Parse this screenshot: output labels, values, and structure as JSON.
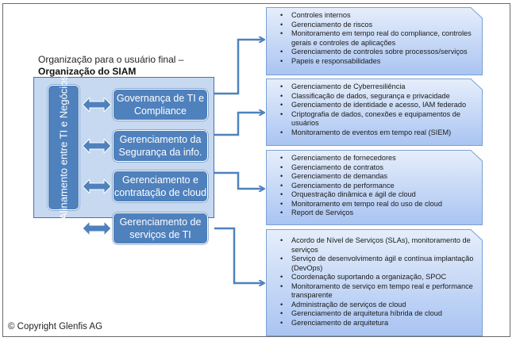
{
  "org": {
    "title_line1": "Organização para o usuário final –",
    "title_line2": "Organização do SIAM",
    "vertical_label": "Alinamento entre TI e Negócios",
    "units": [
      {
        "label": "Governança de TI e Compliance"
      },
      {
        "label": "Gerenciamento da Segurança da info."
      },
      {
        "label": "Gerenciamento e contratação de cloud"
      },
      {
        "label": "Gerenciamento de serviços de TI"
      }
    ]
  },
  "callouts": [
    {
      "items": [
        "Controles internos",
        "Gerenciamento de riscos",
        "Monitoramento em tempo real do compliance, controles gerais e controles de aplicações",
        "Gerenciamento de controles sobre processos/serviços",
        "Papeis e responsabilidades"
      ]
    },
    {
      "items": [
        "Gerenciamento de Cyberresiliência",
        "Classificação de dados, segurança e privacidade",
        "Gerenciamento de identidade e acesso, IAM federado",
        "Criptografia de dados, conexões e equipamentos de usuários",
        "Monitoramento de eventos em tempo real (SIEM)"
      ]
    },
    {
      "items": [
        "Gerenciamento de fornecedores",
        "Gerenciamento de contratos",
        "Gerenciamento de demandas",
        "Gerenciamento de performance",
        "Orquestração dinâmica e ágil de cloud",
        "Monitoramento em tempo real do uso de cloud",
        "Report de Serviços"
      ]
    },
    {
      "items": [
        "Acordo de Nível de Serviços (SLAs), monitoramento de serviços",
        "Serviço de desenvolvimento ágil e contínua implantação (DevOps)",
        "Coordenação suportando a organização, SPOC",
        "Monitoramento de serviço em tempo real e performance transparente",
        "Administração de serviços de cloud",
        "Gerenciamento de arquitetura híbrida de cloud",
        "Gerenciamento de arquitetura"
      ]
    }
  ],
  "copyright": "© Copyright Glenfis AG",
  "colors": {
    "unit_fill": "#4f81bd",
    "org_fill": "#c6d9f0",
    "connector": "#4f81bd",
    "callout_top": "#e6eefb",
    "callout_bottom": "#a9c4f2"
  }
}
